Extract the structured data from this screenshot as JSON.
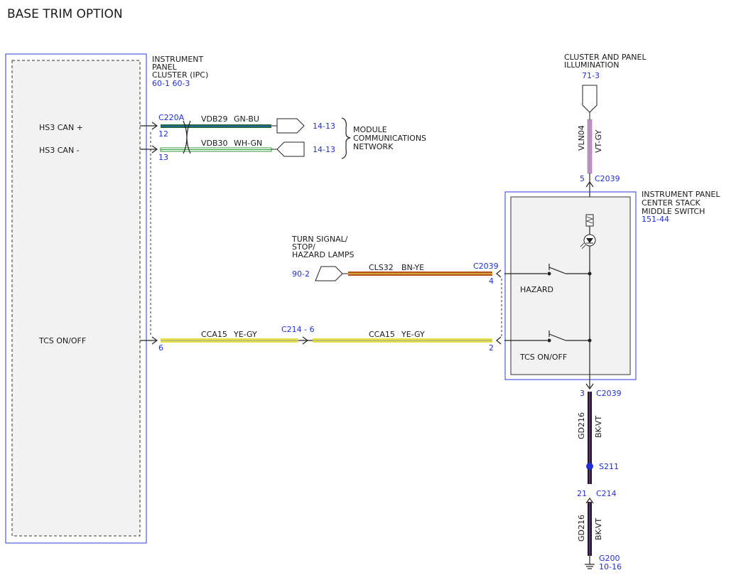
{
  "header": {
    "title": "BASE TRIM OPTION"
  },
  "colors": {
    "blue_ref": "#1f2fd6",
    "panel_fill": "#f2f2f2",
    "gn_bu_a": "#1d6b3a",
    "gn_bu_b": "#2a5fb0",
    "wh_gn": "#2f9a3c",
    "vt_gy": "#c98fd6",
    "bn_ye": "#b5531a",
    "ye_gy": "#e8e24a",
    "bk_vt": "#1a1a1a"
  },
  "ipc": {
    "name": "INSTRUMENT PANEL CLUSTER (IPC)",
    "name_lines": [
      "INSTRUMENT",
      "PANEL",
      "CLUSTER (IPC)"
    ],
    "refs": "60-1  60-3",
    "connector": "C220A",
    "pins": [
      {
        "label": "HS3 CAN +",
        "pin": "12"
      },
      {
        "label": "HS3 CAN -",
        "pin": "13"
      },
      {
        "label": "TCS ON/OFF",
        "pin": "6"
      }
    ]
  },
  "can_wires": [
    {
      "circuit": "VDB29",
      "color": "GN-BU",
      "ref": "14-13"
    },
    {
      "circuit": "VDB30",
      "color": "WH-GN",
      "ref": "14-13"
    }
  ],
  "network": {
    "lines": [
      "MODULE",
      "COMMUNICATIONS",
      "NETWORK"
    ]
  },
  "illum": {
    "lines": [
      "CLUSTER AND PANEL",
      "ILLUMINATION"
    ],
    "ref": "71-3",
    "circuit": "VLN04",
    "color": "VT-GY",
    "pin": "5",
    "connector": "C2039"
  },
  "switch_module": {
    "name_lines": [
      "INSTRUMENT PANEL",
      "CENTER STACK",
      "MIDDLE SWITCH"
    ],
    "ref": "151-44",
    "hazard_label": "HAZARD",
    "tcs_label": "TCS ON/OFF"
  },
  "turn_signal": {
    "lines": [
      "TURN SIGNAL/",
      "STOP/",
      "HAZARD LAMPS"
    ],
    "ref": "90-2",
    "circuit": "CLS32",
    "color": "BN-YE",
    "connector": "C2039",
    "pin": "4"
  },
  "tcs_wire": {
    "circuit_a": "CCA15",
    "color_a": "YE-GY",
    "inline": "C214 - 6",
    "circuit_b": "CCA15",
    "color_b": "YE-GY",
    "pin_end": "2"
  },
  "ground": {
    "pin_top": "3",
    "connector_top": "C2039",
    "circuit1": "GD216",
    "color1": "BK-VT",
    "splice": "S211",
    "pin_mid": "21",
    "connector_mid": "C214",
    "circuit2": "GD216",
    "color2": "BK-VT",
    "ground_id": "G200",
    "ground_ref": "10-16"
  }
}
